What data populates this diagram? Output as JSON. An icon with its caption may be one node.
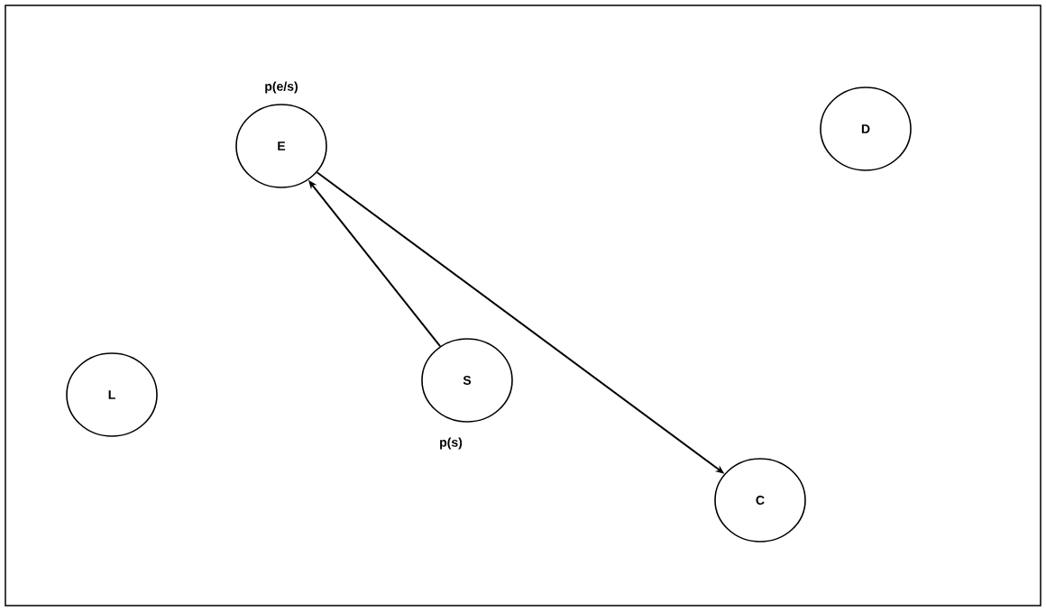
{
  "diagram": {
    "nodes": [
      {
        "text": [
          "E"
        ],
        "beside": [
          "p(e/s)"
        ]
      },
      {
        "text": [
          "D"
        ]
      },
      {
        "text": [
          "L"
        ]
      },
      {
        "text": [
          "S"
        ],
        "beside": [
          "p(s)"
        ]
      },
      {
        "text": [
          "C"
        ]
      }
    ],
    "edges": [
      {
        "from": 3,
        "to": 0,
        "arrow": "to"
      },
      {
        "from": 0,
        "to": 4,
        "arrow": "to"
      }
    ]
  }
}
